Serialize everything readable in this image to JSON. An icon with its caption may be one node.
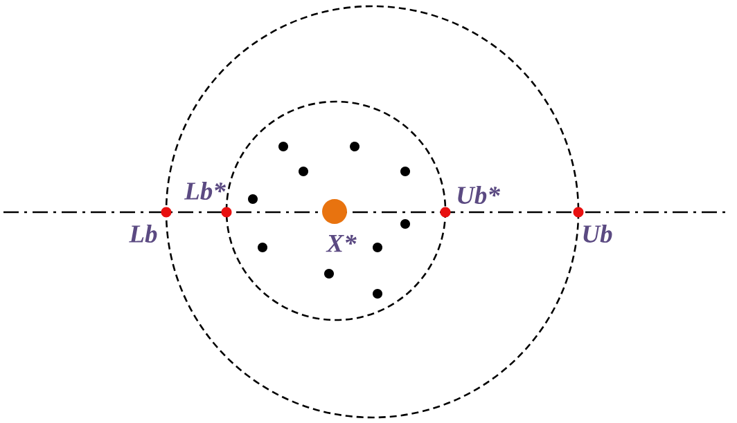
{
  "diagram": {
    "labels": [
      "Lb*",
      "Ub*",
      "Lb",
      "X*",
      "Ub"
    ]
  }
}
